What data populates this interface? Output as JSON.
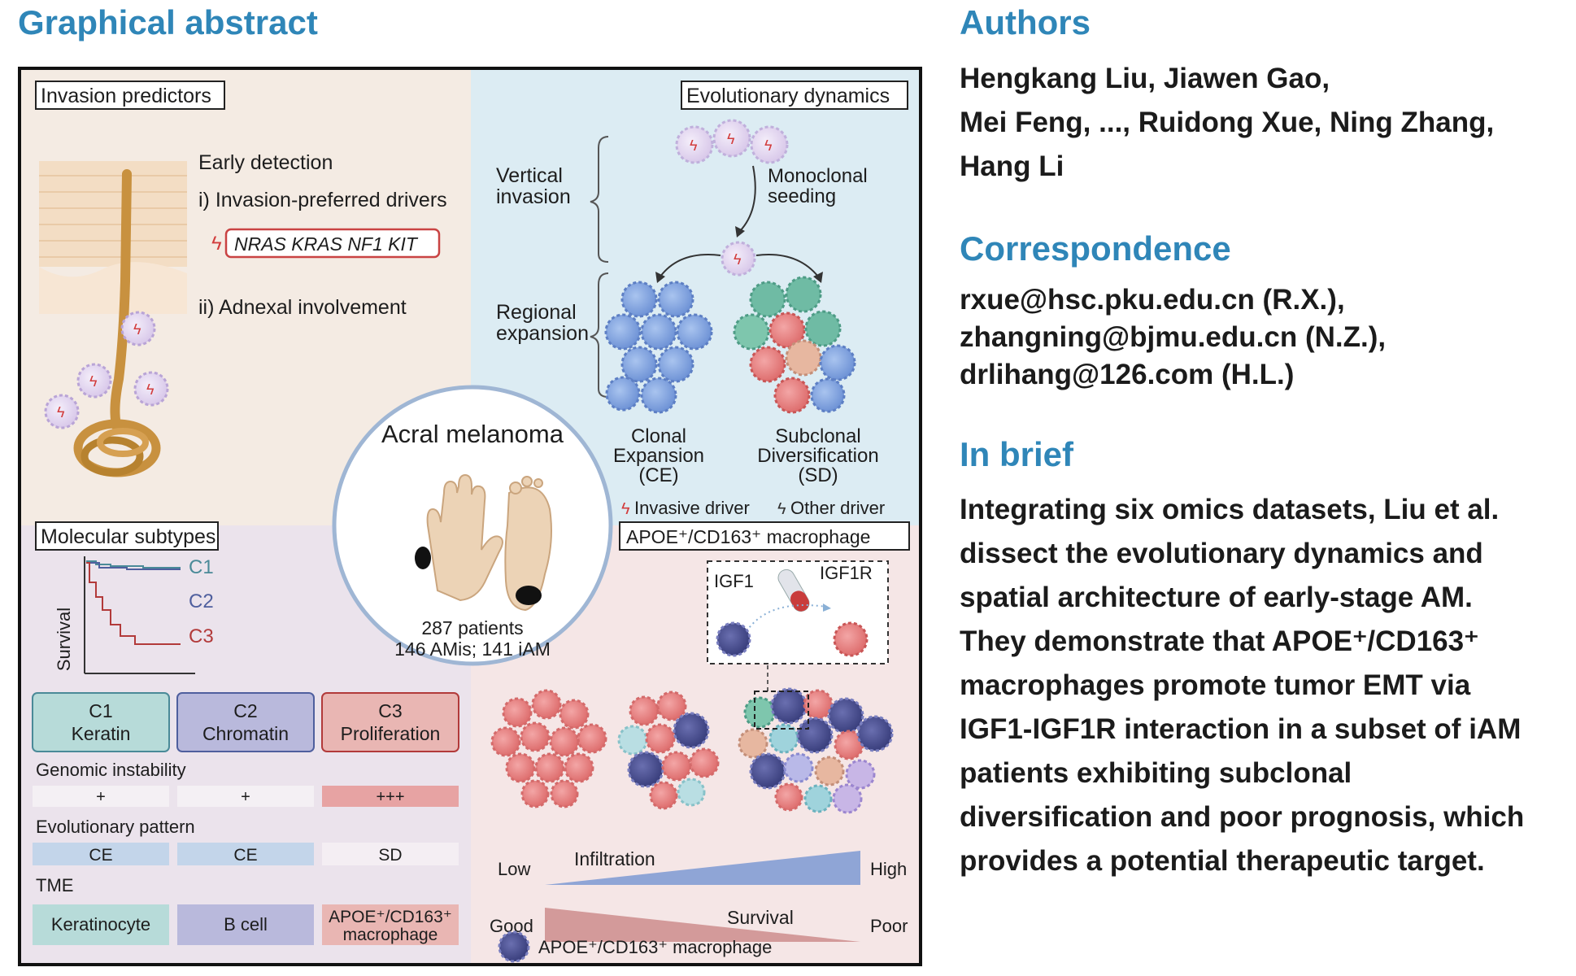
{
  "header": {
    "title": "Graphical abstract"
  },
  "abstract": {
    "panels": {
      "invasion": "Invasion predictors",
      "evolution": "Evolutionary dynamics",
      "subtypes": "Molecular subtypes",
      "macrophage": "APOE⁺/CD163⁺ macrophage"
    },
    "invasion": {
      "early_detection": "Early detection",
      "driver_item": "i)  Invasion-preferred drivers",
      "driver_genes": "NRAS KRAS NF1 KIT",
      "adnexal_item": "ii)  Adnexal involvement"
    },
    "evolution": {
      "vertical_1": "Vertical",
      "vertical_2": "invasion",
      "regional_1": "Regional",
      "regional_2": "expansion",
      "monoclonal_1": "Monoclonal",
      "monoclonal_2": "seeding",
      "ce_1": "Clonal",
      "ce_2": "Expansion",
      "ce_3": "(CE)",
      "sd_1": "Subclonal",
      "sd_2": "Diversification",
      "sd_3": "(SD)",
      "invasive_driver": "Invasive driver",
      "other_driver": "Other driver"
    },
    "center": {
      "title": "Acral melanoma",
      "patients": "287 patients",
      "groups": "146 AMis; 141 iAM"
    },
    "survival_plot": {
      "ylabel": "Survival",
      "series": [
        "C1",
        "C2",
        "C3"
      ]
    },
    "subtype_table": {
      "columns": [
        {
          "id": "C1",
          "name": "Keratin"
        },
        {
          "id": "C2",
          "name": "Chromatin"
        },
        {
          "id": "C3",
          "name": "Proliferation"
        }
      ],
      "genomic_label": "Genomic instability",
      "genomic": [
        "+",
        "+",
        "+++"
      ],
      "evo_label": "Evolutionary pattern",
      "evo": [
        "CE",
        "CE",
        "SD"
      ],
      "tme_label": "TME",
      "tme": [
        "Keratinocyte",
        "B cell",
        "APOE⁺/CD163⁺",
        "macrophage"
      ]
    },
    "macrophage": {
      "igf1": "IGF1",
      "igf1r": "IGF1R",
      "low": "Low",
      "high": "High",
      "infiltration": "Infiltration",
      "good": "Good",
      "poor": "Poor",
      "survival": "Survival",
      "legend": "APOE⁺/CD163⁺ macrophage"
    },
    "colors": {
      "invasion_bg": "#f4ebe3",
      "evolution_bg": "#dcecf3",
      "subtypes_bg": "#ebe3ec",
      "macrophage_bg": "#f5e6e6",
      "c1": "#4a8a98",
      "c2": "#4f5f9e",
      "c3": "#b23a3a"
    }
  },
  "sidebar": {
    "authors_heading": "Authors",
    "authors_lines": [
      "Hengkang Liu, Jiawen Gao,",
      "Mei Feng, ..., Ruidong Xue, Ning Zhang,",
      "Hang Li"
    ],
    "correspondence_heading": "Correspondence",
    "emails": [
      "rxue@hsc.pku.edu.cn (R.X.),",
      "zhangning@bjmu.edu.cn (N.Z.),",
      "drlihang@126.com (H.L.)"
    ],
    "inbrief_heading": "In brief",
    "inbrief_lines": [
      "Integrating six omics datasets, Liu et al.",
      "dissect the evolutionary dynamics and",
      "spatial architecture of early-stage AM.",
      "They demonstrate that APOE⁺/CD163⁺",
      "macrophages promote tumor EMT via",
      "IGF1-IGF1R interaction in a subset of iAM",
      "patients exhibiting subclonal",
      "diversification and poor prognosis, which",
      "provides a potential therapeutic target."
    ]
  }
}
